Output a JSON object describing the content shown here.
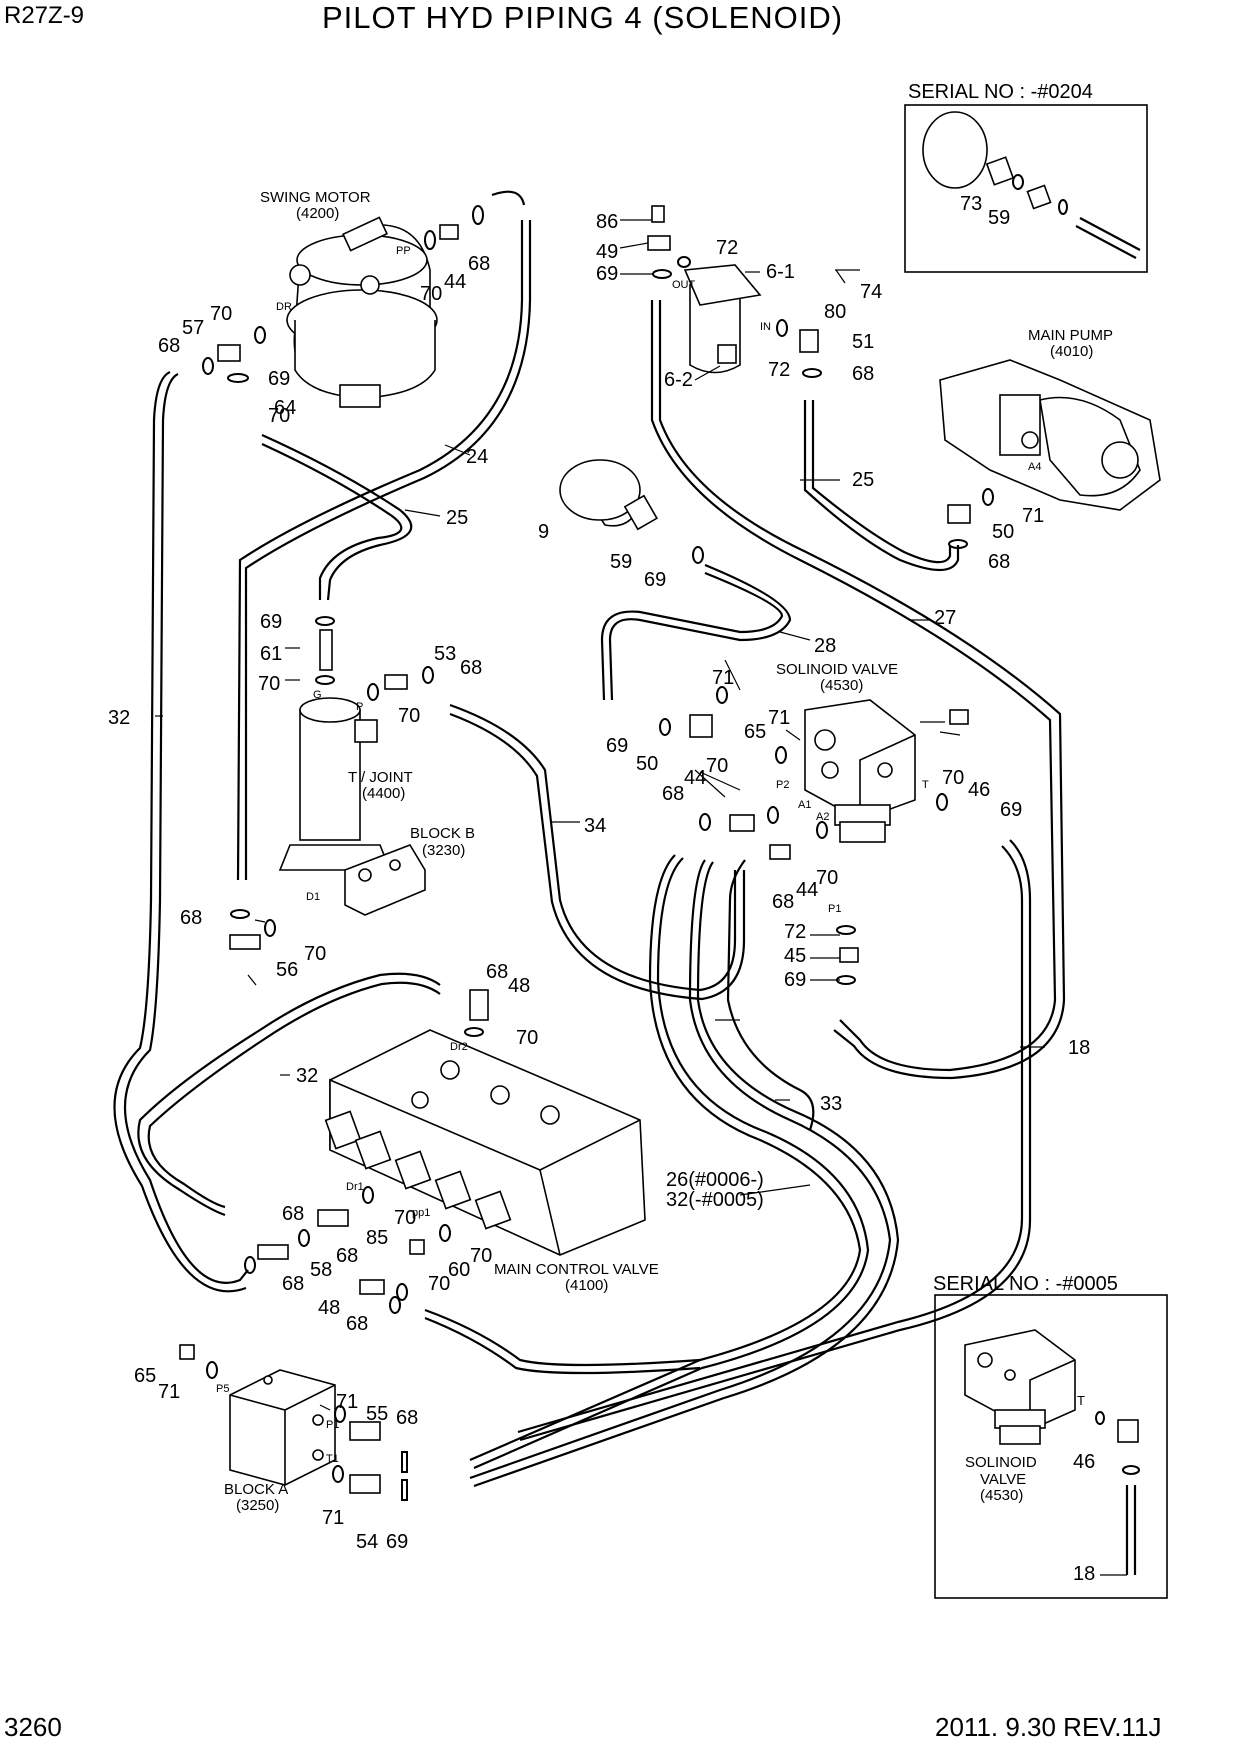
{
  "header": {
    "model": "R27Z-9",
    "title": "PILOT HYD PIPING 4 (SOLENOID)"
  },
  "footer": {
    "page": "3260",
    "revision": "2011. 9.30 REV.11J"
  },
  "components": {
    "swing_motor": [
      "SWING MOTOR",
      "(4200)"
    ],
    "main_pump": [
      "MAIN PUMP",
      "(4010)"
    ],
    "solenoid_valve": [
      "SOLINOID VALVE",
      "(4530)"
    ],
    "turning_joint": [
      "T / JOINT",
      "(4400)"
    ],
    "block_b": [
      "BLOCK B",
      "(3230)"
    ],
    "block_a": [
      "BLOCK A",
      "(3250)"
    ],
    "main_control_valve": [
      "MAIN CONTROL VALVE",
      "(4100)"
    ],
    "inset_solenoid_valve": [
      "SOLINOID",
      "VALVE",
      "(4530)"
    ]
  },
  "insets": {
    "top": {
      "serial": "SERIAL NO : -#0204",
      "callouts": [
        "73",
        "59"
      ]
    },
    "bottom": {
      "serial": "SERIAL NO : -#0005",
      "callouts": [
        "46",
        "18"
      ],
      "port": "T"
    }
  },
  "port_labels": [
    "PP",
    "DR",
    "OUT",
    "IN",
    "A4",
    "P",
    "G",
    "D1",
    "Dr2",
    "Dr1",
    "pp1",
    "P2",
    "A1",
    "A2",
    "T",
    "P1",
    "P5",
    "P1",
    "T1"
  ],
  "callouts": [
    "86",
    "49",
    "69",
    "72",
    "6-1",
    "74",
    "80",
    "51",
    "72",
    "68",
    "6-2",
    "70",
    "44",
    "68",
    "70",
    "68",
    "57",
    "70",
    "69",
    "64",
    "24",
    "25",
    "25",
    "9",
    "59",
    "69",
    "27",
    "28",
    "69",
    "61",
    "70",
    "53",
    "68",
    "70",
    "71",
    "65",
    "71",
    "50",
    "69",
    "44",
    "70",
    "68",
    "70",
    "46",
    "69",
    "34",
    "68",
    "44",
    "70",
    "72",
    "45",
    "69",
    "32",
    "68",
    "70",
    "56",
    "68",
    "48",
    "70",
    "18",
    "32",
    "33",
    "26(#0006-)",
    "32(-#0005)",
    "68",
    "58",
    "68",
    "70",
    "85",
    "68",
    "48",
    "68",
    "60",
    "70",
    "70",
    "65",
    "71",
    "71",
    "55",
    "68",
    "71",
    "54",
    "69",
    "50",
    "71",
    "68"
  ]
}
